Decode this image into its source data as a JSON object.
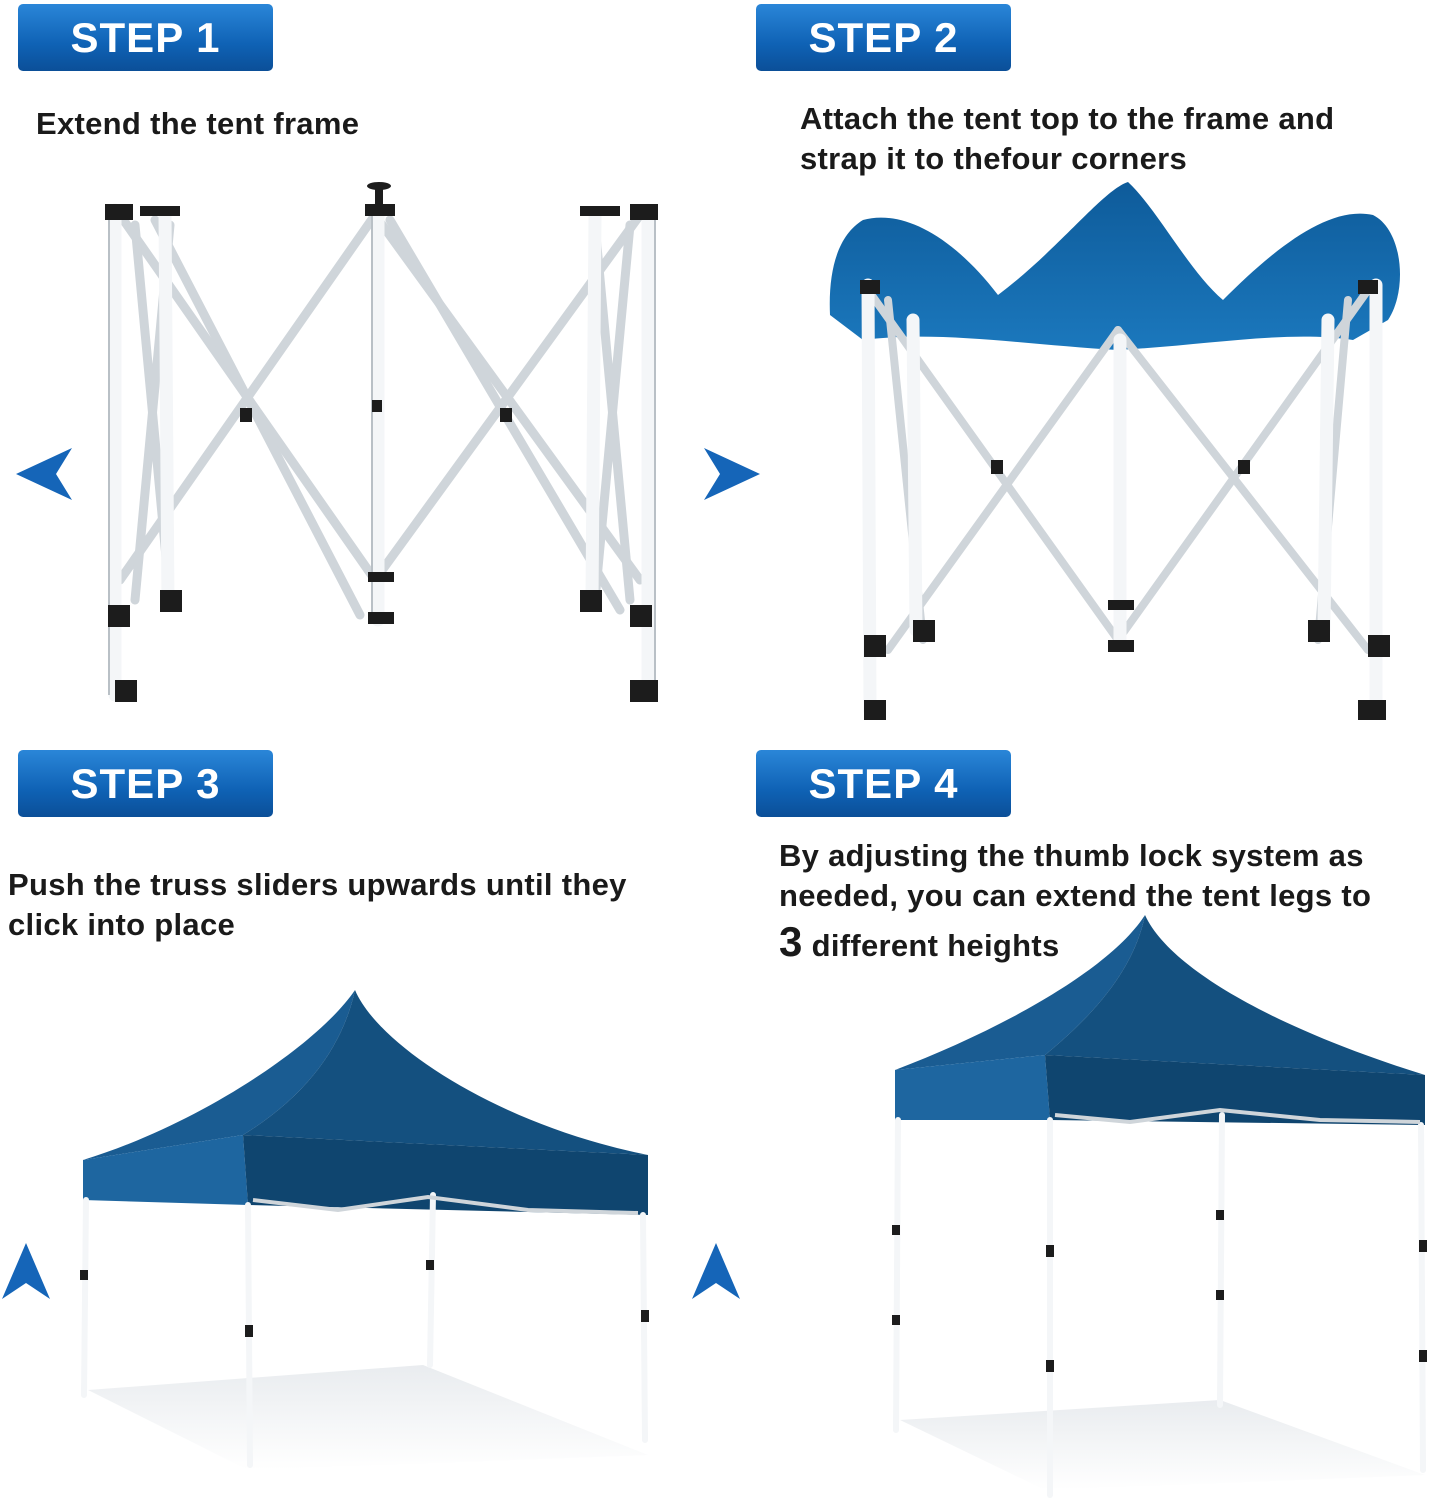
{
  "steps": [
    {
      "label": "STEP 1",
      "caption": "Extend the tent frame"
    },
    {
      "label": "STEP 2",
      "caption_line1": "Attach the tent top to the frame and",
      "caption_line2": "strap it to thefour corners"
    },
    {
      "label": "STEP 3",
      "caption_line1": "Push the truss sliders upwards until they",
      "caption_line2": "click into place"
    },
    {
      "label": "STEP 4",
      "caption_line1": "By adjusting the thumb lock system as",
      "caption_line2": "needed, you can extend the tent legs to",
      "height_count": "3",
      "caption_line3": " different heights"
    }
  ],
  "colors": {
    "accent": "#1565b8",
    "canopy": "#16507f",
    "frame": "#e8ecef",
    "text": "#1a1a1a"
  },
  "icons": [
    "arrow-left-icon",
    "arrow-right-icon",
    "arrow-up-icon"
  ]
}
